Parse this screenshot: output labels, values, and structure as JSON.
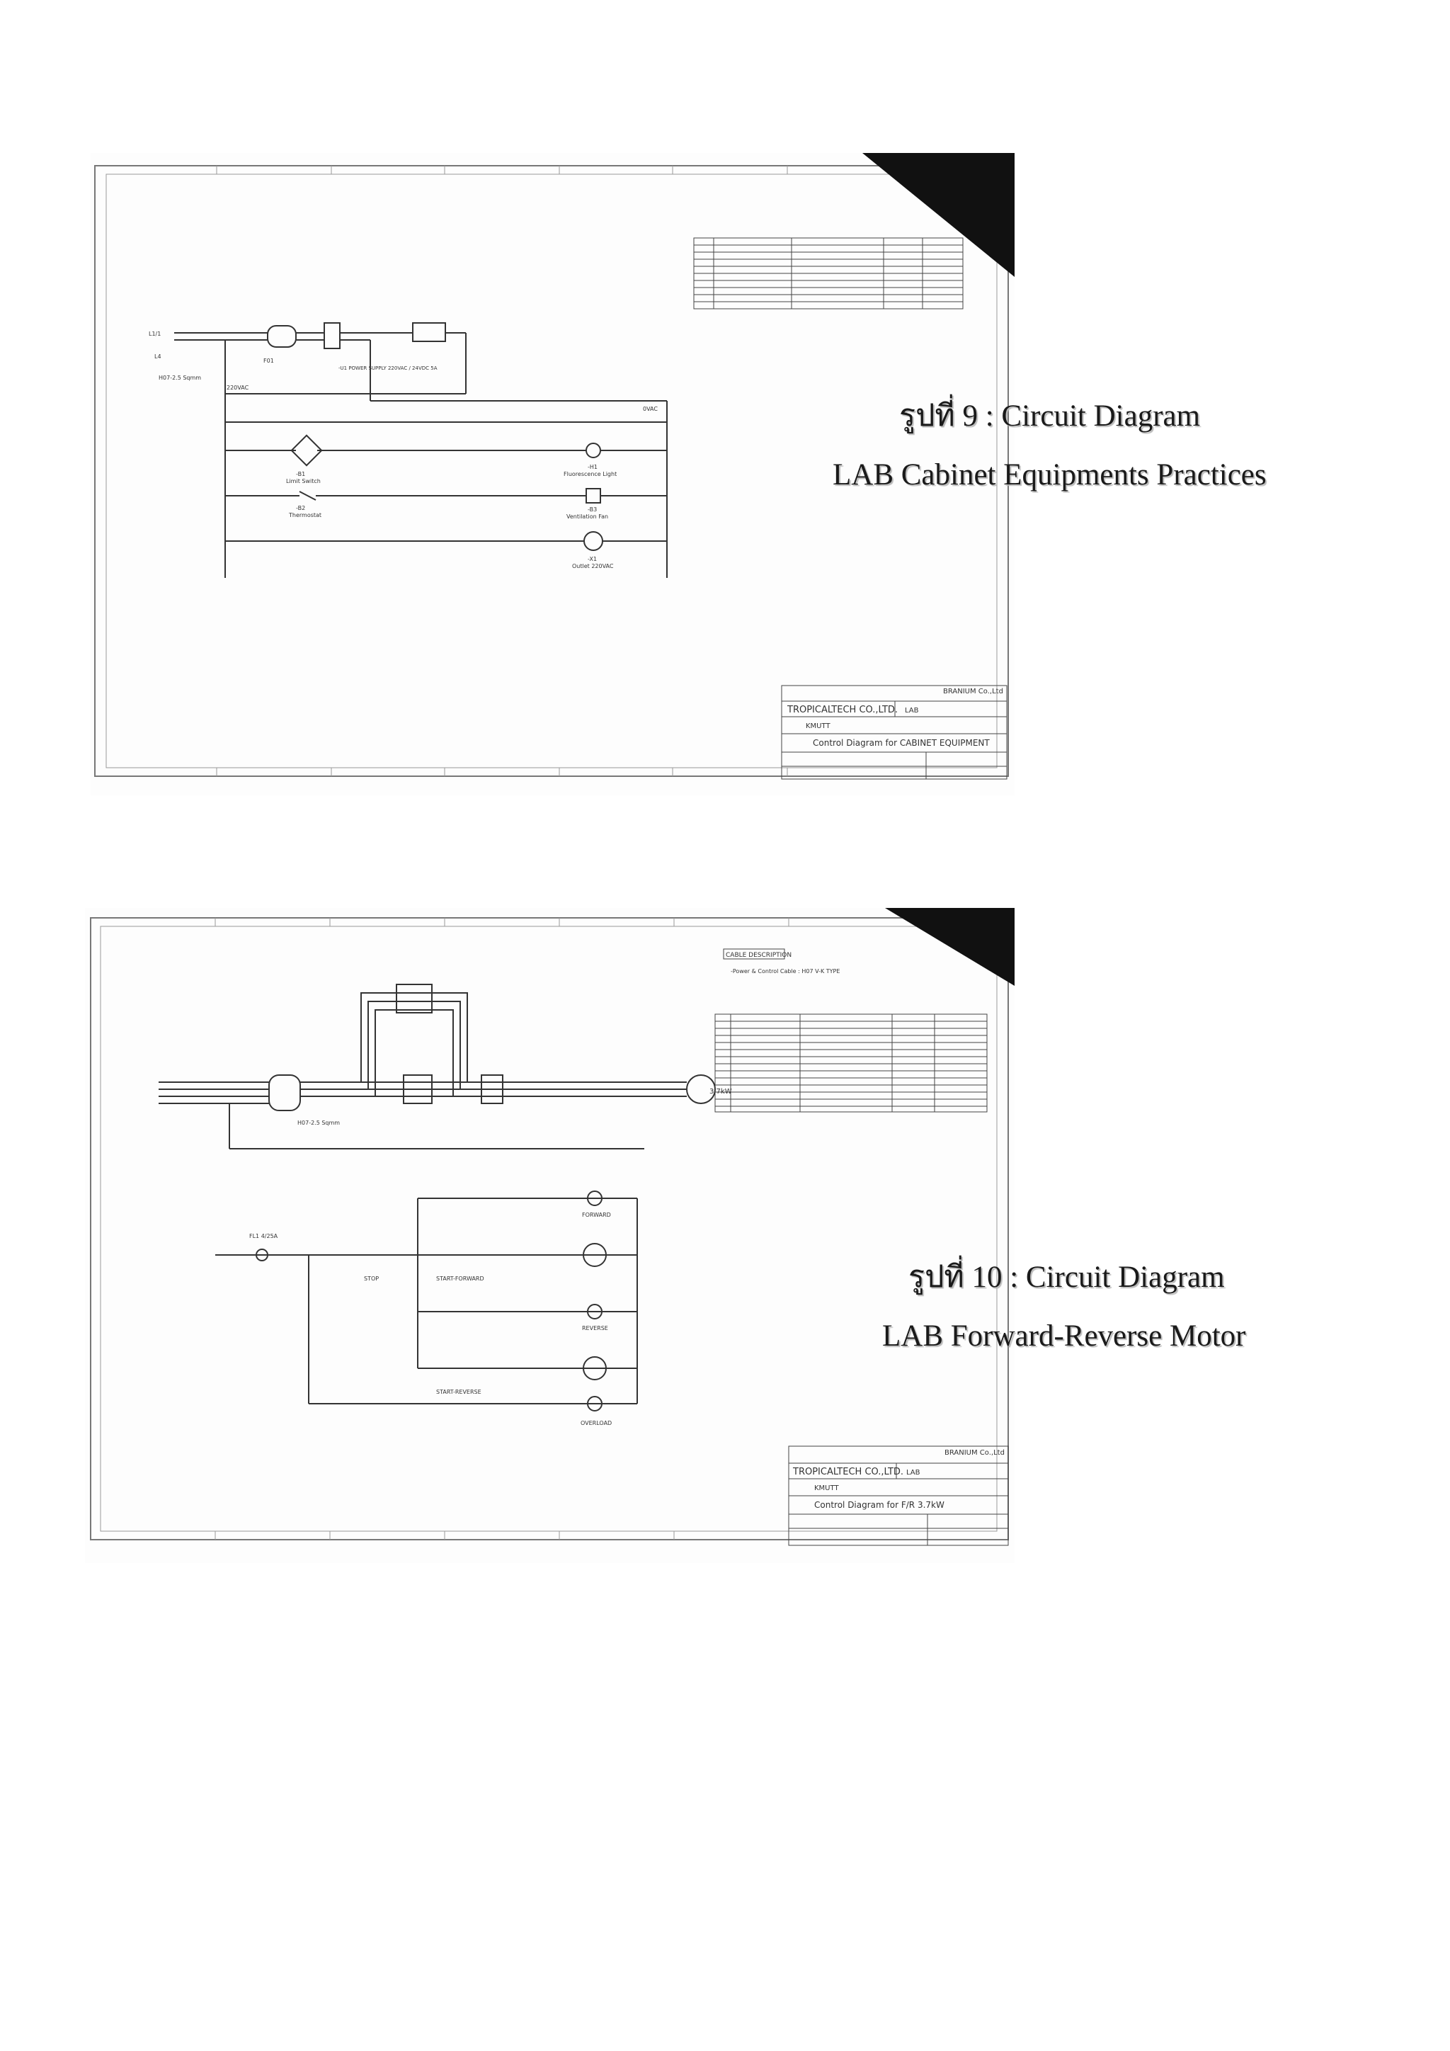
{
  "figure1": {
    "caption_line1": "รูปที่ 9 : Circuit Diagram",
    "caption_line2": "LAB Cabinet Equipments Practices",
    "supply_label": "220VAC",
    "neutral_label": "0VAC",
    "cable_label": "H07-2.5 Sqmm",
    "fuse_label": "F01",
    "psu_label": "-U1 POWER SUPPLY 220VAC / 24VDC 5A",
    "components": [
      {
        "tag": "-B1",
        "name": "Limit Switch"
      },
      {
        "tag": "-B2",
        "name": "Thermostat"
      },
      {
        "tag": "-H1",
        "name": "Fluorescence Light"
      },
      {
        "tag": "-B3",
        "name": "Ventilation Fan"
      },
      {
        "tag": "-X1",
        "name": "Outlet 220VAC"
      }
    ],
    "title_block": {
      "company": "BRANIUM Co.,Ltd",
      "contractor": "TROPICALTECH CO.,LTD.",
      "site": "LAB",
      "client": "KMUTT",
      "drawing_title": "Control Diagram for CABINET EQUIPMENT"
    }
  },
  "figure2": {
    "caption_line1": "รูปที่ 10 : Circuit Diagram",
    "caption_line2": "LAB Forward-Reverse Motor",
    "cable_header": "CABLE DESCRIPTION",
    "cable_note": "-Power & Control Cable : H07 V-K TYPE",
    "motor_rating": "3.7kW",
    "cable_label": "H07-2.5 Sqmm",
    "fuse_label": "FL1 4/25A",
    "labels": {
      "stop": "STOP",
      "start_forward": "START-FORWARD",
      "start_reverse": "START-REVERSE",
      "forward": "FORWARD",
      "reverse": "REVERSE",
      "overload": "OVERLOAD"
    },
    "title_block": {
      "company": "BRANIUM Co.,Ltd",
      "contractor": "TROPICALTECH CO.,LTD.",
      "site": "LAB",
      "client": "KMUTT",
      "drawing_title": "Control Diagram for F/R 3.7kW"
    }
  }
}
